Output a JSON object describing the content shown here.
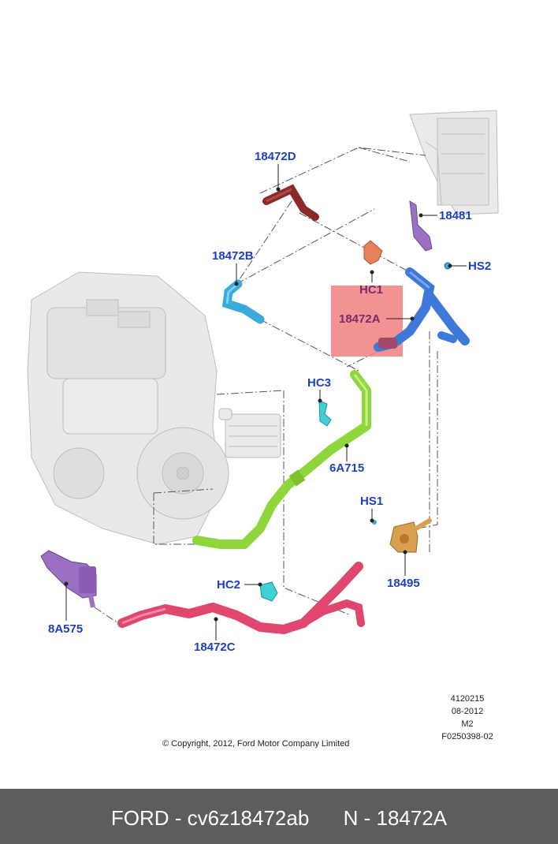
{
  "callouts": {
    "p18472D": "18472D",
    "p18481": "18481",
    "p18472B": "18472B",
    "HS2": "HS2",
    "HC1": "HC1",
    "p18472A": "18472A",
    "HC3": "HC3",
    "p6A715": "6A715",
    "HS1": "HS1",
    "HC2": "HC2",
    "p18495": "18495",
    "p8A575": "8A575",
    "p18472C": "18472C"
  },
  "meta": {
    "line1": "4120215",
    "line2": "08-2012",
    "line3": "M2",
    "line4": "F0250398-02"
  },
  "copyright": "© Copyright, 2012, Ford Motor Company Limited",
  "footer": "FORD - cv6z18472ab      N - 18472A",
  "colors": {
    "callout_text": "#1f3fbf",
    "highlight": "#f07f7f",
    "footer_bg": "#5d5d5d",
    "hose_green": "#8fd63c",
    "hose_blue": "#3e78d8",
    "hose_pink": "#e0476f",
    "hose_maroon": "#8c2a2a",
    "hose_cyan": "#3aa9dc"
  }
}
